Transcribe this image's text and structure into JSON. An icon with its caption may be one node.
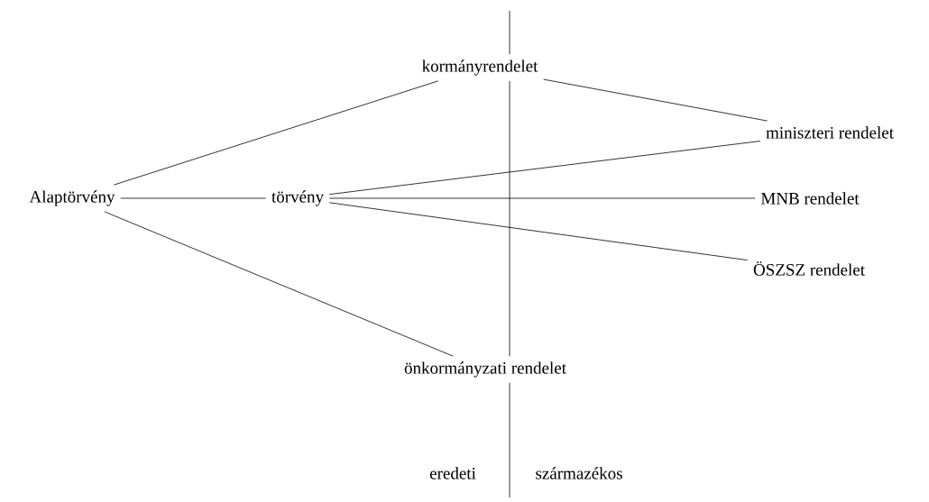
{
  "diagram": {
    "nodes": [
      {
        "text": [
          "Alaptörvény"
        ]
      },
      {
        "text": [
          "törvény"
        ]
      },
      {
        "text": [
          "kormányrendelet"
        ]
      },
      {
        "text": [
          "miniszteri rendelet"
        ]
      },
      {
        "text": [
          "MNB rendelet"
        ]
      },
      {
        "text": [
          "ÖSZSZ rendelet"
        ]
      },
      {
        "text": [
          "önkormányzati rendelet"
        ]
      }
    ],
    "edges": [
      {
        "from": 0,
        "to": 2,
        "arrow": "none"
      },
      {
        "from": 0,
        "to": 1,
        "arrow": "none"
      },
      {
        "from": 0,
        "to": 6,
        "arrow": "none"
      },
      {
        "from": 1,
        "to": 3,
        "arrow": "none"
      },
      {
        "from": 1,
        "to": 4,
        "arrow": "none"
      },
      {
        "from": 1,
        "to": 5,
        "arrow": "none"
      },
      {
        "from": 2,
        "to": 3,
        "arrow": "none"
      }
    ],
    "labels": [
      "eredeti",
      "származékos"
    ]
  }
}
